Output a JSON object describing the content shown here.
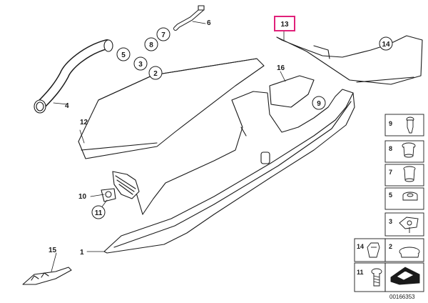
{
  "diagram": {
    "document_number": "00166353",
    "highlight_color": "#e0217a",
    "line_color": "#1a1a1a",
    "callouts": {
      "c1": "1",
      "c2": "2",
      "c3": "3",
      "c4": "4",
      "c5": "5",
      "c6": "6",
      "c7": "7",
      "c8": "8",
      "c9": "9",
      "c10": "10",
      "c11": "11",
      "c12": "12",
      "c13": "13",
      "c14": "14",
      "c15": "15",
      "c16": "16"
    },
    "legend": {
      "l9": "9",
      "l8": "8",
      "l7": "7",
      "l5": "5",
      "l3": "3",
      "l2": "2",
      "l14": "14",
      "l11": "11"
    }
  }
}
